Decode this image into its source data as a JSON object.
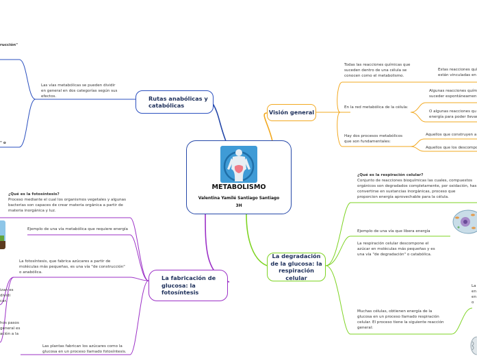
{
  "center": {
    "title": "METABOLISMO",
    "author": "Valentina Yamilé Santiago Santiago",
    "group": "3H",
    "icon": "human-body-icon"
  },
  "colors": {
    "center": "#2447a8",
    "rutas": "#2a4fbf",
    "vision": "#f2a81f",
    "degradacion": "#7dd321",
    "fabricacion": "#9b2fc6"
  },
  "branches": {
    "rutas": {
      "label": "Rutas anabólicas y catabólicas",
      "note": "Las vías metabólicas se pueden dividir en general en dos categorías según sus efectos.",
      "edge_top": "rucción\"",
      "edge_bottom": "\" o"
    },
    "vision": {
      "label": "Visión general",
      "items": [
        {
          "text": "Todas las reacciones químicas que suceden dentro de una célula se conocen como el metabolismo.",
          "sub": [
            "Estas reacciones quí están vinculadas en"
          ]
        },
        {
          "text": "En la red metabólica de la célula:",
          "sub": [
            "Algunas reacciones quím suceder espontáneamen",
            "O algunas reacciones qu energía para poder llevar"
          ]
        },
        {
          "text": "Hay dos procesos metabólicos que son fundamentales:",
          "sub": [
            "Aquellos que construyen a",
            "Aquellos que los descompo"
          ]
        }
      ]
    },
    "degradacion": {
      "label": "La degradación de la glucosa: la respiración celular",
      "question": "¿Qué es la respiración celular?",
      "answer": "Conjunto de reacciones bioquímicas las cuales, compuestos orgánicos son degradados completamente, por oxidación, has convertirse en sustancias inorgánicas, proceso que proporcion energía aprovechable para la célula.",
      "example": "Ejemplo de una vía que libera energía",
      "desc": "La respiración celular descompone el azúcar en moléculas más pequeñas y es una vía \"de degradación\" o catabólica.",
      "cells": "Muchas células, obtienen energía de la glucosa en un proceso llamado respiración celular. El proceso tiene la siguiente reacción general:",
      "edge": "La en en o"
    },
    "fabricacion": {
      "label": "La fabricación de glucosa: la fotosíntesis",
      "question": "¿Qué es la fotosíntesis?",
      "answer": "Proceso mediante el cual los organismos vegetales y algunas bacterias son capaces de crear materia orgánica a partir de materia inorgánica y luz.",
      "example": "Ejemplo de una vía metabólica que requiere energía",
      "desc": "La fotosíntesis, que fabrica azúcares a partir de moléculas más pequeñas, es una vía \"de construcción\" o anabólica.",
      "left1": "izan es dividi car.",
      "left2": "hos pasos general es ación a la",
      "plants": "Las plantas fabrican los azúcares como la glucosa en un proceso llamado fotosíntesis."
    }
  }
}
